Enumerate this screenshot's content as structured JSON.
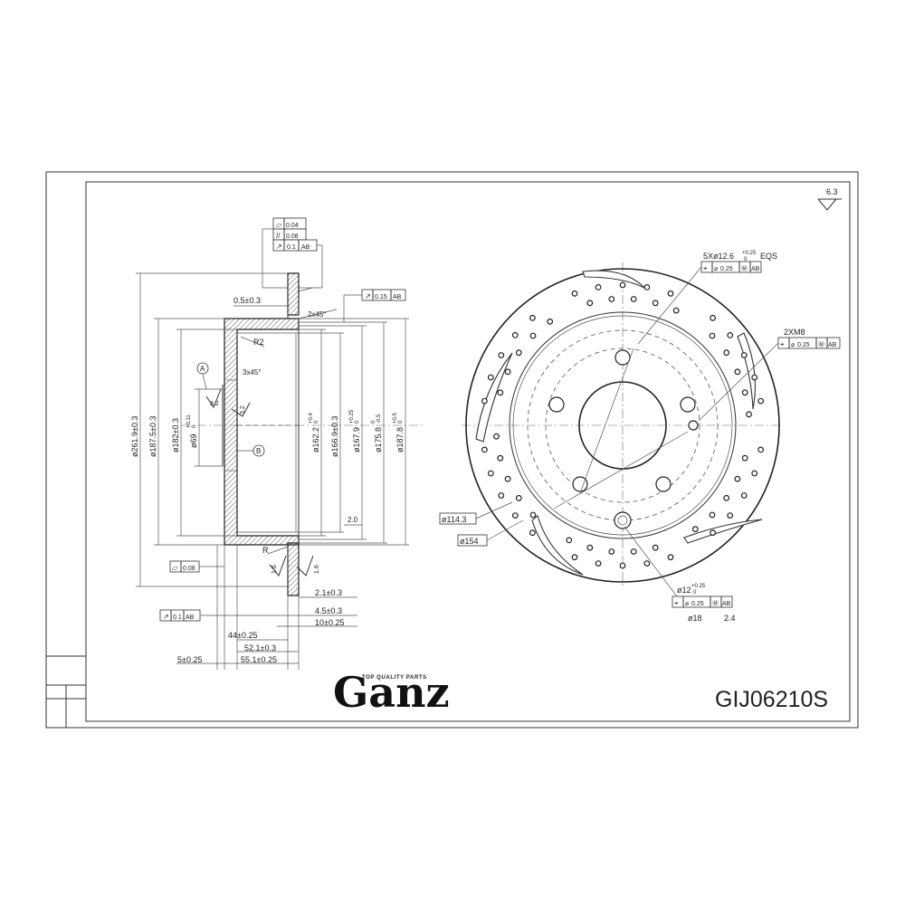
{
  "brand": {
    "tagline": "TOP QUALITY PARTS",
    "name": "Ganz"
  },
  "part_number": "GIJ06210S",
  "roughness": "6.3",
  "section_dims": {
    "d1": "ø261.9±0.3",
    "d2": "ø187.5±0.3",
    "d3": "ø182±0.3",
    "d4": "ø69",
    "d4_tol": "+0.11",
    "d4_tol2": "0",
    "d5": "ø162.2",
    "d5_tol": "+0.4",
    "d5_tol2": "0",
    "d6": "ø166.9±0.3",
    "d7": "ø167.9",
    "d7_tol": "+0.25",
    "d7_tol2": "0",
    "d8": "ø175.8",
    "d8_tol": "0",
    "d8_tol2": "-0.5",
    "d9": "ø187.8",
    "d9_tol": "+0.5",
    "d9_tol2": "0",
    "top_gap": "0.5±0.3",
    "chamfer1": "2x45°",
    "chamfer2": "3x45°",
    "radius1": "R2",
    "radius2": "R",
    "datum_a": "A",
    "datum_b": "B",
    "rough_32a": "3.2",
    "rough_32b": "3.2",
    "rough_16a": "1.6",
    "rough_16b": "1.6",
    "rough_20": "2.0",
    "flat_008": "0.08",
    "runout_01": "0.1",
    "runout_01_ref": "AB",
    "runout_015": "0.15",
    "runout_015_ref": "AB",
    "fcf_flat": "0.04",
    "fcf_par": "0.08",
    "fcf_run": "0.1",
    "fcf_run_ref": "AB",
    "w1": "2.1±0.3",
    "w2": "4.5±0.3",
    "w3": "10±0.25",
    "w4": "44±0.25",
    "w5": "52.1±0.3",
    "w6": "55.1±0.25",
    "w7": "5±0.25"
  },
  "front_dims": {
    "holes5": "5Xø12.6",
    "holes5_tol": "+0.25",
    "holes5_tol2": "0",
    "holes5_eqs": "EQS",
    "holes5_pos": "0.25",
    "holes5_ref": "AB",
    "thread": "2XM8",
    "thread_pos": "0.25",
    "thread_ref": "AB",
    "pcd": "ø114.3",
    "outer_circle": "ø154",
    "hole12": "ø12",
    "hole12_tol": "+0.25",
    "hole12_tol2": "0",
    "hole12_pos": "0.25",
    "hole12_ref": "AB",
    "d18": "ø18",
    "d24": "2.4"
  }
}
